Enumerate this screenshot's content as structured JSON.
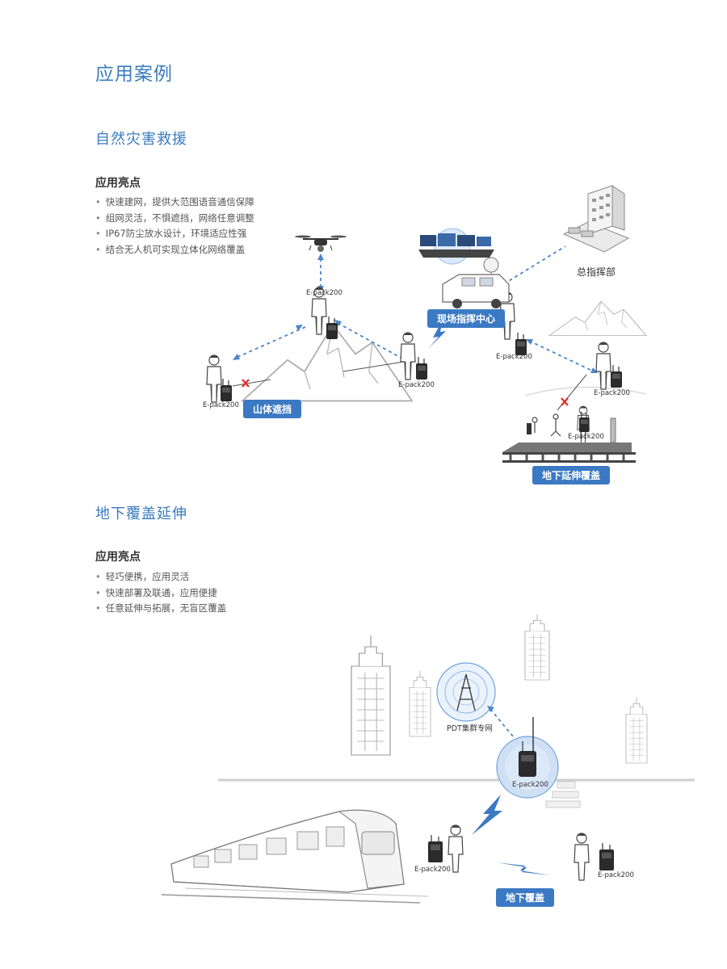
{
  "page": {
    "title": "应用案例"
  },
  "sections": [
    {
      "title": "自然灾害救援",
      "highlight_title": "应用亮点",
      "highlights": [
        "快速建网，提供大范围语音通信保障",
        "组网灵活，不惧遮挡，网络任意调整",
        "IP67防尘放水设计，环境适应性强",
        "结合无人机可实现立体化网络覆盖"
      ],
      "diagram": {
        "device_label": "E-pack200",
        "hq_label": "总指挥部",
        "field_center_tag": "现场指挥中心",
        "mountain_tag": "山体遮挡",
        "underground_tag": "地下延伸覆盖"
      }
    },
    {
      "title": "地下覆盖延伸",
      "highlight_title": "应用亮点",
      "highlights": [
        "轻巧便携，应用灵活",
        "快速部署及联通，应用便捷",
        "任意延伸与拓展，无盲区覆盖"
      ],
      "diagram": {
        "pdt_label": "PDT集群专网",
        "device_label": "E-pack200",
        "coverage_tag": "地下覆盖"
      }
    }
  ],
  "colors": {
    "accent": "#3a7bbf",
    "tag_bg": "#3b79c3",
    "link": "#4a86c8",
    "block": "#e02b2b"
  },
  "icons": [
    "drone-icon",
    "person-icon",
    "radio-device-icon",
    "mountain-icon",
    "building-icon",
    "command-vehicle-icon",
    "monitor-console-icon",
    "railway-track-icon",
    "cell-tower-icon",
    "train-icon",
    "lightning-icon",
    "block-cross-icon"
  ]
}
